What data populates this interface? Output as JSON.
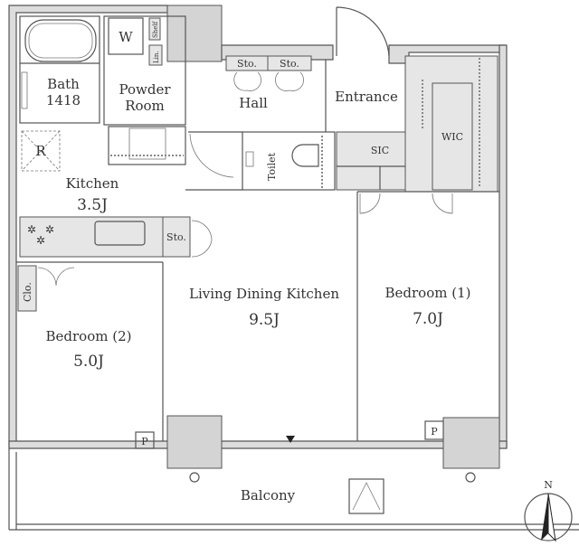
{
  "rooms": {
    "washer": "W",
    "shelf": "Shelf",
    "linen": "Lin.",
    "bath": "Bath",
    "bath_size": "1418",
    "powder_room_1": "Powder",
    "powder_room_2": "Room",
    "storage_1": "Sto.",
    "storage_2": "Sto.",
    "hall": "Hall",
    "entrance": "Entrance",
    "toilet": "Toilet",
    "sic": "SIC",
    "wic": "WIC",
    "refrigerator": "R",
    "kitchen": "Kitchen",
    "kitchen_size": "3.5J",
    "kitchen_storage": "Sto.",
    "closet": "Clo.",
    "ldk": "Living Dining Kitchen",
    "ldk_size": "9.5J",
    "bedroom1": "Bedroom (1)",
    "bedroom1_size": "7.0J",
    "bedroom2": "Bedroom (2)",
    "bedroom2_size": "5.0J",
    "pipe_1": "P",
    "pipe_2": "P",
    "balcony": "Balcony"
  },
  "compass": {
    "label": "N"
  }
}
